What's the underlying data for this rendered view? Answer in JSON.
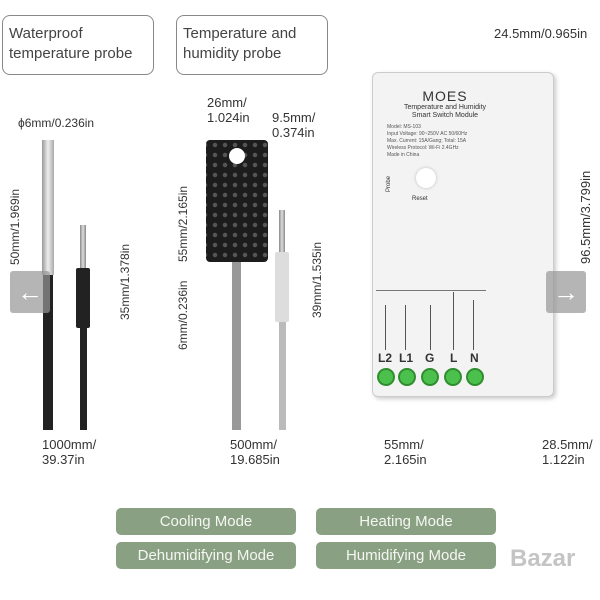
{
  "callouts": {
    "waterproof": "Waterproof temperature probe",
    "th": "Temperature and humidity probe"
  },
  "watermark": "Bazar",
  "dims": {
    "probe1_dia": "ϕ6mm/0.236in",
    "probe1_len": "50mm/1.969in",
    "jack1_len": "35mm/1.378in",
    "cable1": [
      "1000mm/",
      "39.37in"
    ],
    "th_w": [
      "26mm/",
      "1.024in"
    ],
    "th_d": [
      "9.5mm/",
      "0.374in"
    ],
    "th_h": "55mm/2.165in",
    "th_neck": "6mm/0.236in",
    "jack2_len": "39mm/1.535in",
    "cable2": [
      "500mm/",
      "19.685in"
    ],
    "mod_top": "24.5mm/0.965in",
    "mod_h": "96.5mm/3.799in",
    "mod_w": [
      "55mm/",
      "2.165in"
    ],
    "mod_d": [
      "28.5mm/",
      "1.122in"
    ]
  },
  "module": {
    "brand": "MOES",
    "title": [
      "Temperature and Humidity",
      "Smart Switch Module"
    ],
    "specs": [
      "Model: MS-103",
      "Input Voltage: 90~250V AC 50/60Hz",
      "Max. Current: 15A/Gang; Total: 15A",
      "Wireless Protocol: Wi-Fi 2.4GHz",
      "Made in China"
    ],
    "reset": "Reset",
    "probe": "Probe",
    "terminals": [
      "L2",
      "L1",
      "G",
      "L",
      "N"
    ]
  },
  "modes": [
    "Cooling Mode",
    "Heating Mode",
    "Dehumidifying Mode",
    "Humidifying Mode"
  ],
  "carousel": {
    "prev": "←",
    "next": "→"
  }
}
